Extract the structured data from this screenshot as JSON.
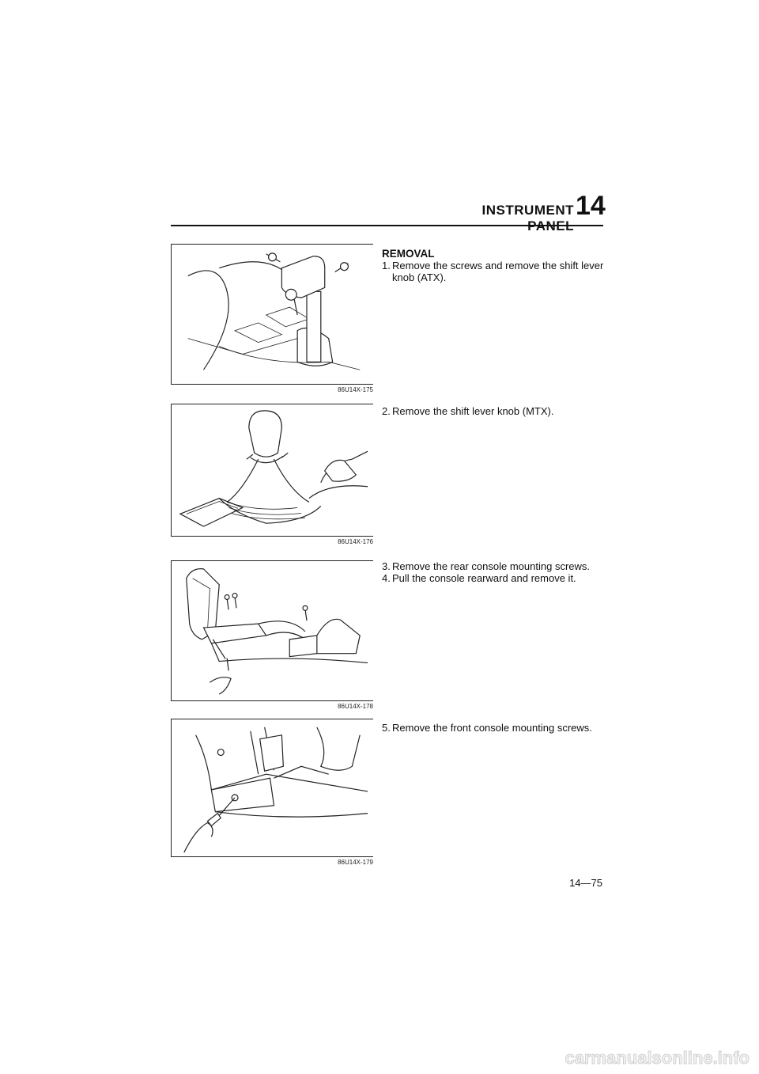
{
  "header": {
    "section_title": "INSTRUMENT PANEL",
    "section_number": "14"
  },
  "figures": [
    {
      "code": "86U14X-175"
    },
    {
      "code": "86U14X-176"
    },
    {
      "code": "86U14X-178"
    },
    {
      "code": "86U14X-179"
    }
  ],
  "content": {
    "heading": "REMOVAL",
    "steps": [
      {
        "num": "1.",
        "text": "Remove the screws and remove the shift lever knob (ATX)."
      },
      {
        "num": "2.",
        "text": "Remove the shift lever knob (MTX)."
      },
      {
        "num": "3.",
        "text": "Remove the rear console mounting screws."
      },
      {
        "num": "4.",
        "text": "Pull the console rearward and remove it."
      },
      {
        "num": "5.",
        "text": "Remove the front console mounting screws."
      }
    ]
  },
  "footer": {
    "page_number": "14—75"
  },
  "watermark": "carmanualsonline.info"
}
